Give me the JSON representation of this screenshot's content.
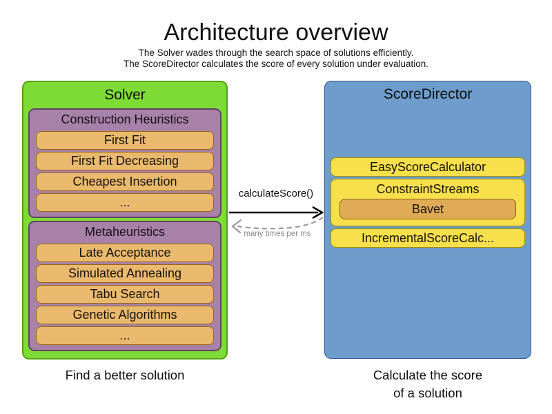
{
  "header": {
    "title": "Architecture overview",
    "subtitle_line1": "The Solver wades through the search space of solutions efficiently.",
    "subtitle_line2": "The ScoreDirector calculates the score of every solution under evaluation."
  },
  "solver": {
    "title": "Solver",
    "caption": "Find a better solution",
    "groups": [
      {
        "title": "Construction Heuristics",
        "items": [
          "First Fit",
          "First Fit Decreasing",
          "Cheapest Insertion",
          "..."
        ]
      },
      {
        "title": "Metaheuristics",
        "items": [
          "Late Acceptance",
          "Simulated Annealing",
          "Tabu Search",
          "Genetic Algorithms",
          "..."
        ]
      }
    ]
  },
  "score_director": {
    "title": "ScoreDirector",
    "caption_line1": "Calculate the score",
    "caption_line2": "of a solution",
    "items": {
      "easy": "EasyScoreCalculator",
      "constraint_streams": "ConstraintStreams",
      "bavet": "Bavet",
      "incremental": "IncrementalScoreCalc..."
    }
  },
  "interaction": {
    "call_label": "calculateScore()",
    "return_label": "many times per ms"
  },
  "colors": {
    "solver_fill": "#7edb36",
    "solver_border": "#53a210",
    "group_fill": "#a781a8",
    "group_border": "#5e4460",
    "item_fill": "#e9b96e",
    "item_border": "#9a660d",
    "director_fill": "#6e9dcb",
    "director_border": "#2e5794",
    "calculator_fill": "#f7e04b",
    "calculator_border": "#a39000",
    "bavet_fill": "#e0ab57",
    "bavet_border": "#8a5c08",
    "call_arrow": "#000000",
    "return_arrow": "#999999"
  }
}
